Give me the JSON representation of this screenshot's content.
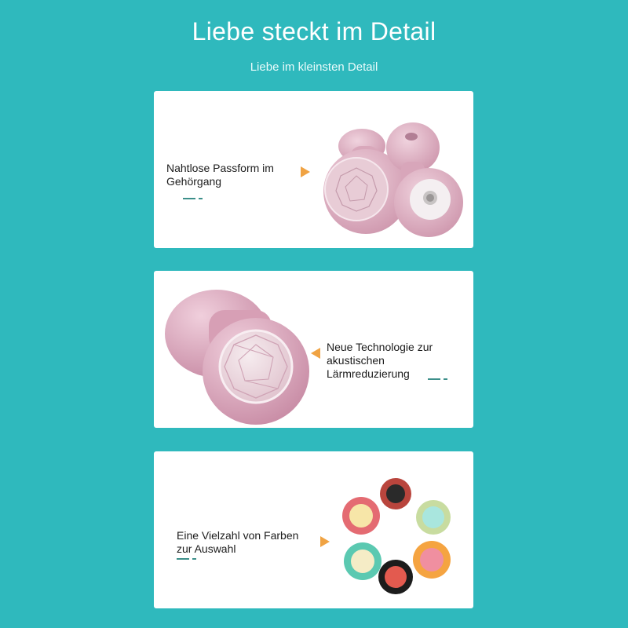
{
  "header": {
    "title": "Liebe steckt im Detail",
    "subtitle": "Liebe im kleinsten Detail"
  },
  "features": [
    {
      "text_line1": "Nahtlose Passform im",
      "text_line2": "Gehörgang",
      "product_image": "pink-earplug-pair-image"
    },
    {
      "text_line1": "Neue Technologie zur",
      "text_line2": "akustischen",
      "text_line3": "Lärmreduzierung",
      "product_image": "pink-earplug-closeup-image"
    },
    {
      "text_line1": "Eine Vielzahl von Farben",
      "text_line2": "zur Auswahl",
      "product_image": "colorful-earplugs-image"
    }
  ],
  "colors": {
    "background": "#2fb9bd",
    "card": "#ffffff",
    "accent_arrow": "#f0a343",
    "dash": "#3c8f8a",
    "earplug_pink": "#e2b6c8"
  }
}
